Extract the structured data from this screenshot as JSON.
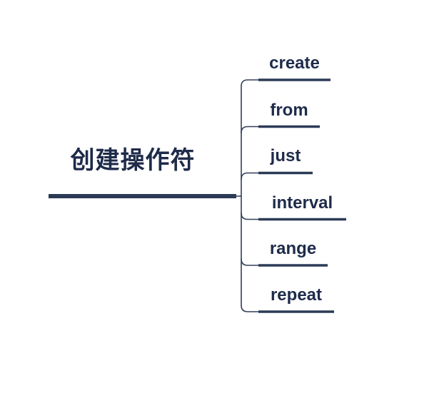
{
  "colors": {
    "line": "#333f58",
    "underline": "#2b3a55",
    "text": "#1e2b4a",
    "background": "#ffffff"
  },
  "root": {
    "label": "创建操作符"
  },
  "children": [
    {
      "label": "create"
    },
    {
      "label": "from"
    },
    {
      "label": "just"
    },
    {
      "label": "interval"
    },
    {
      "label": "range"
    },
    {
      "label": "repeat"
    }
  ]
}
